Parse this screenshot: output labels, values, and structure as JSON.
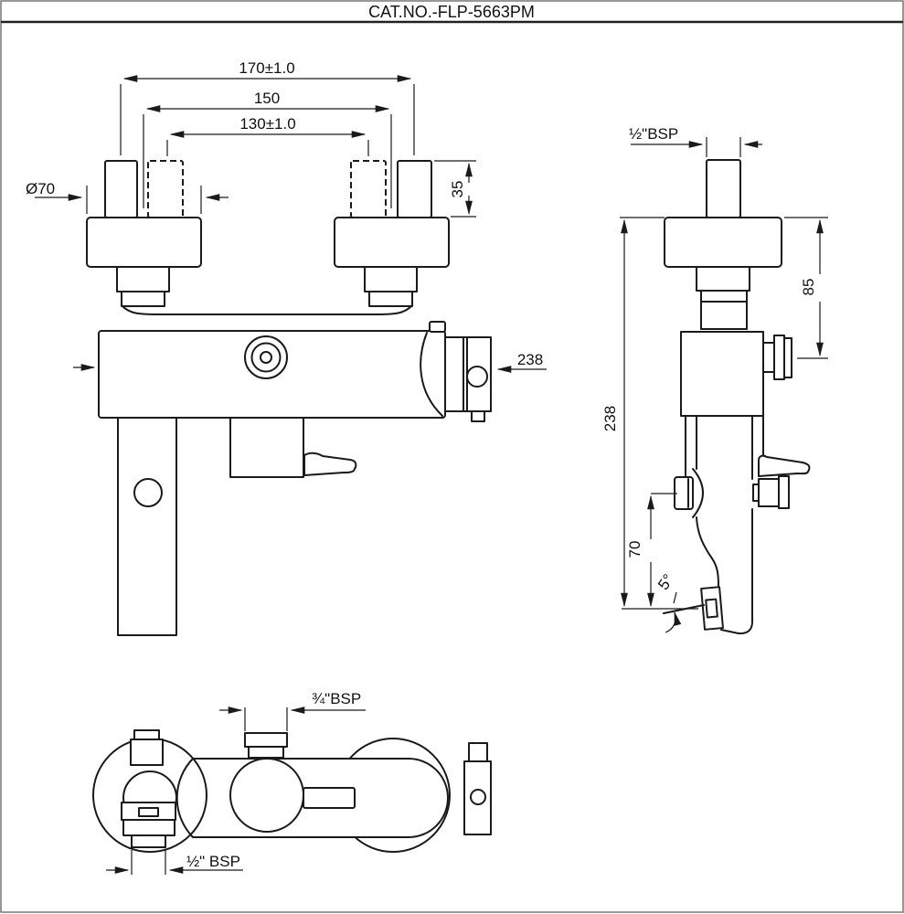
{
  "title": "CAT.NO.-FLP-5663PM",
  "colors": {
    "line": "#1a1a1a",
    "background": "#ffffff"
  },
  "dimensions": {
    "front_center_distance_max": "170±1.0",
    "front_center_distance_std": "150",
    "front_center_distance_min": "130±1.0",
    "front_flange_diameter": "Ø70",
    "front_inlet_length": "35",
    "front_body_width": "238",
    "side_inlet_thread": "½\"BSP",
    "side_outlet_offset": "85",
    "side_overall_length": "238",
    "side_spout_offset": "70",
    "side_spout_angle": "5°",
    "bottom_outlet_thread": "¾\"BSP",
    "bottom_spout_thread": "½\" BSP"
  }
}
